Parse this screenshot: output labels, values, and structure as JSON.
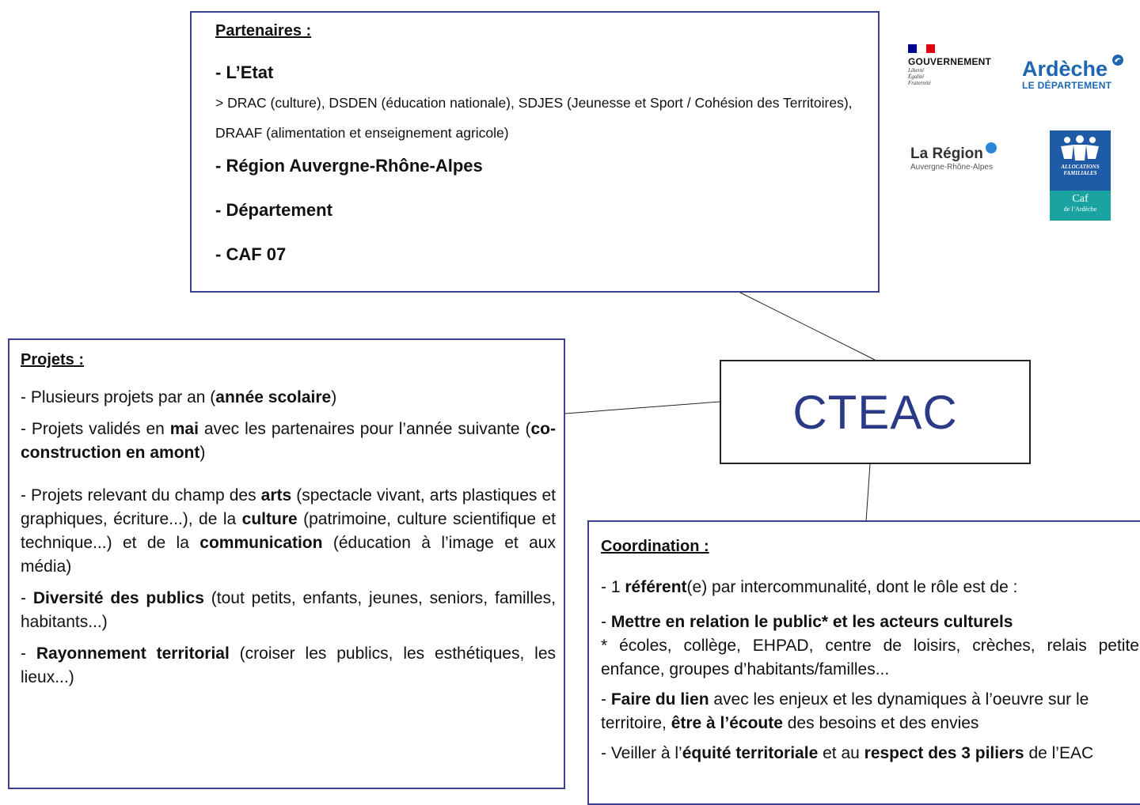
{
  "partenaires": {
    "title": "Partenaires :",
    "etat": "- L’Etat",
    "etat_detail": "> DRAC (culture), DSDEN (éducation nationale), SDJES (Jeunesse et Sport / Cohésion des Terri­toires), DRAAF (alimentation et enseignement agricole)",
    "region": "- Région Auvergne-Rhône-Alpes",
    "departement": "- Département",
    "caf": "- CAF 07"
  },
  "center": {
    "label": "CTEAC"
  },
  "projets": {
    "title": "Projets :",
    "p1": {
      "a": "- Plusieurs projets par an (",
      "b": "année scolaire",
      "c": ")"
    },
    "p2": {
      "a": "- Projets validés en ",
      "b": "mai",
      "c": " avec les partenaires pour l’année suivante (",
      "d": "co-construction en amont",
      "e": ")"
    },
    "p3": {
      "a": "- Projets relevant du champ des ",
      "b": "arts",
      "c": " (spectacle vivant, arts plas­tiques et graphiques, écriture...), de la ",
      "d": "culture",
      "e": " (patrimoine, culture scientifique et technique...) et de la ",
      "f": "communication",
      "g": " (éducation à l’image et aux média)"
    },
    "p4": {
      "a": "- ",
      "b": "Diversité des publics",
      "c": " (tout petits, enfants, jeunes, seniors, familles, habitants...)"
    },
    "p5": {
      "a": "- ",
      "b": "Rayonnement territorial",
      "c": " (croiser les publics, les esthétiques, les lieux...)"
    }
  },
  "coordination": {
    "title": "Coordination :",
    "p1": {
      "a": "- 1 ",
      "b": "référent",
      "c": "(e) par intercommunalité, dont le rôle est de :"
    },
    "p2": {
      "a": "- ",
      "b": "Mettre en relation le public* et les acteurs culturels"
    },
    "p3": "*  écoles, collège, EHPAD, centre de loisirs, crèches, relais petite enfance, groupes d’habitants/familles...",
    "p4": {
      "a": "- ",
      "b": "Faire du lien",
      "c": " avec les enjeux et les dynamiques à l’oeuvre sur le territoire, ",
      "d": "être à l’écoute",
      "e": " des besoins et des envies"
    },
    "p5": {
      "a": "- Veiller à l’",
      "b": "équité territoriale",
      "c": " et au ",
      "d": "respect des 3 piliers",
      "e": " de l’EAC"
    }
  },
  "logos": {
    "gouvernement": {
      "name": "GOUVERNEMENT",
      "motto": [
        "Liberté",
        "Égalité",
        "Fraternité"
      ],
      "flag_colors": [
        "#000091",
        "#ffffff",
        "#e1000f"
      ]
    },
    "ardeche": {
      "name": "Ardèche",
      "sub": "LE DÉPARTEMENT",
      "color": "#1f66b0"
    },
    "region": {
      "name": "La Région",
      "sub": "Auvergne-Rhône-Alpes",
      "color": "#2a86d6"
    },
    "caf": {
      "top": "ALLOCATIONS FAMILIALES",
      "name": "Caf",
      "sub": "de l’Ardèche",
      "colors": [
        "#1e5aa5",
        "#1aa3a0"
      ]
    }
  },
  "colors": {
    "box_border": "#3a3f8f",
    "cteac_text": "#2a3a86",
    "connector": "#222222"
  }
}
